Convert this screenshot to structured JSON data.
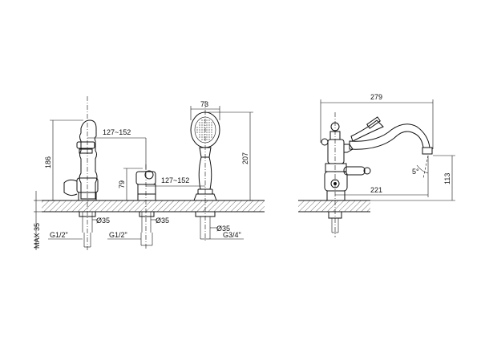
{
  "dimensions": {
    "max_depth": "MAX 35",
    "spout_height": "186",
    "spacing_a": "127~152",
    "valve_height": "79",
    "spacing_b": "127~152",
    "shower_head_width": "73",
    "shower_height": "207",
    "dia_spout": "Ø35",
    "dia_valve": "Ø35",
    "dia_shower": "Ø35",
    "thread_spout": "G1/2\"",
    "thread_valve": "G1/2\"",
    "thread_shower": "G3/4\"",
    "side_length": "279",
    "side_reach": "221",
    "side_height": "113",
    "side_angle": "5°"
  }
}
